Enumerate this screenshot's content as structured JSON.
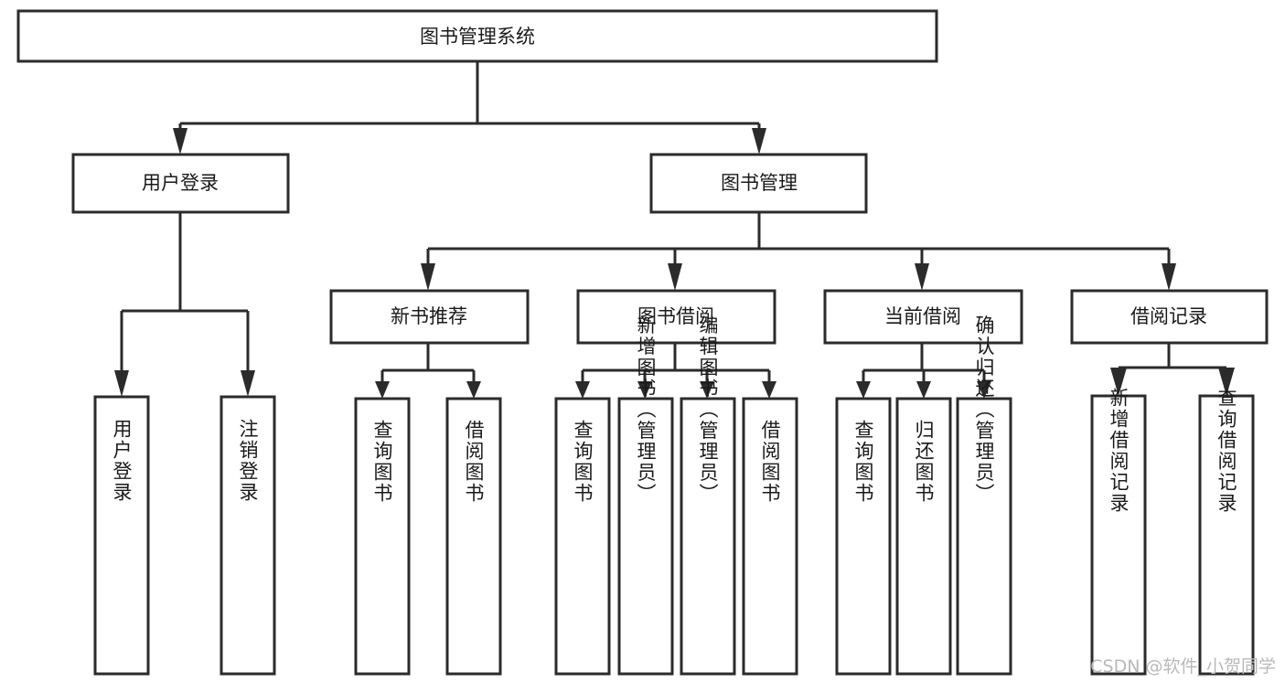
{
  "diagram": {
    "type": "tree-hierarchy-flowchart",
    "orientation": "top-down",
    "root": {
      "id": "root",
      "label": "图书管理系统"
    },
    "level2": [
      {
        "id": "user-login",
        "label": "用户登录"
      },
      {
        "id": "book-management",
        "label": "图书管理"
      }
    ],
    "level3": [
      {
        "id": "new-book-recommend",
        "label": "新书推荐",
        "parent": "book-management"
      },
      {
        "id": "book-borrow",
        "label": "图书借阅",
        "parent": "book-management"
      },
      {
        "id": "current-borrow",
        "label": "当前借阅",
        "parent": "book-management"
      },
      {
        "id": "borrow-record",
        "label": "借阅记录",
        "parent": "book-management"
      }
    ],
    "leaves": {
      "user-login": [
        {
          "id": "leaf-user-login",
          "label": "用户登录"
        },
        {
          "id": "leaf-logout",
          "label": "注销登录"
        }
      ],
      "new-book-recommend": [
        {
          "id": "leaf-query-book-1",
          "label": "查询图书"
        },
        {
          "id": "leaf-borrow-book-1",
          "label": "借阅图书"
        }
      ],
      "book-borrow": [
        {
          "id": "leaf-query-book-2",
          "label": "查询图书"
        },
        {
          "id": "leaf-add-book",
          "label": "新增图书（管理员）"
        },
        {
          "id": "leaf-edit-book",
          "label": "编辑图书（管理员）"
        },
        {
          "id": "leaf-borrow-book-2",
          "label": "借阅图书"
        }
      ],
      "current-borrow": [
        {
          "id": "leaf-query-book-3",
          "label": "查询图书"
        },
        {
          "id": "leaf-return-book",
          "label": "归还图书"
        },
        {
          "id": "leaf-confirm-return",
          "label": "确认归还（管理员）"
        }
      ],
      "borrow-record": [
        {
          "id": "leaf-add-record",
          "label": "新增借阅记录"
        },
        {
          "id": "leaf-query-record",
          "label": "查询借阅记录"
        }
      ]
    }
  },
  "watermark": {
    "text": "CSDN @软件_小贺同学"
  },
  "colors": {
    "stroke": "#2b2b2b",
    "fill": "#ffffff",
    "text": "#1a1a1a",
    "watermark": "#b9b9b9",
    "background": "#ffffff"
  }
}
